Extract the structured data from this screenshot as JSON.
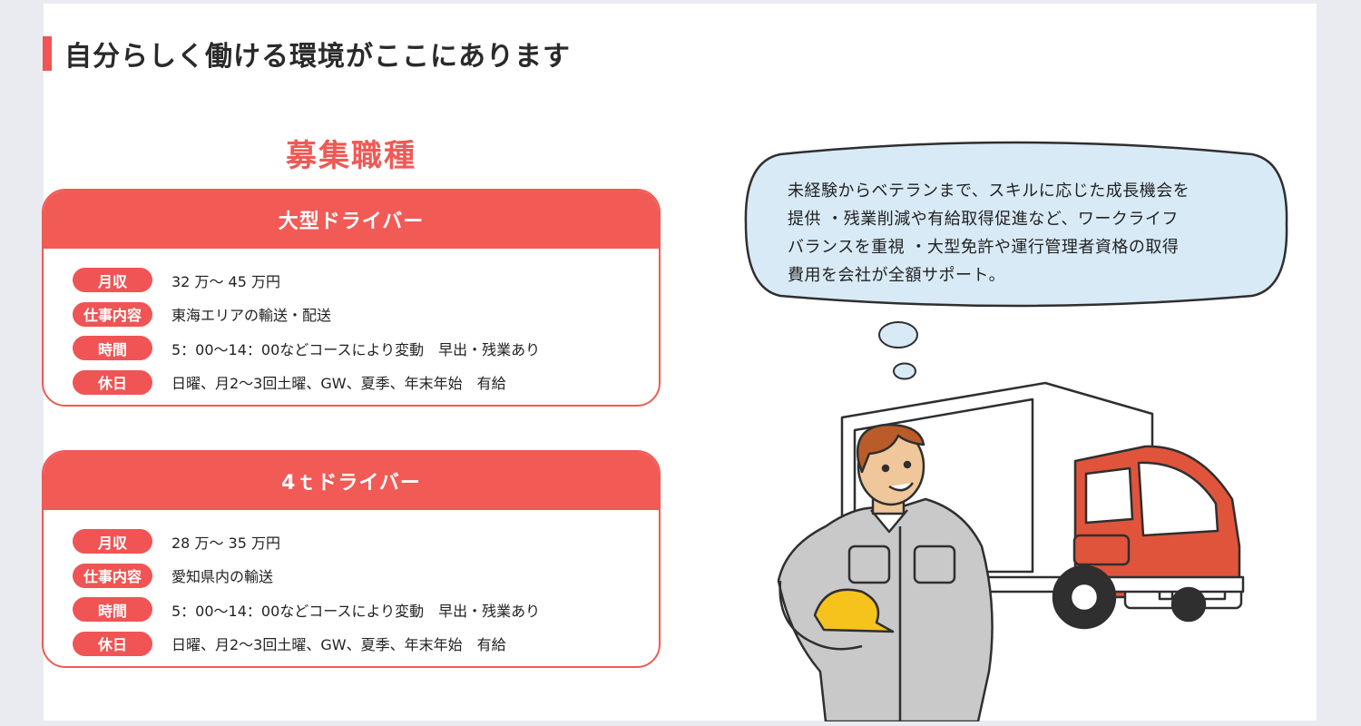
{
  "heading": "自分らしく働ける環境がここにあります",
  "section_title": "募集職種",
  "jobs": [
    {
      "title": "大型ドライバー",
      "rows": [
        {
          "label": "月収",
          "value": "32 万～ 45 万円"
        },
        {
          "label": "仕事内容",
          "value": "東海エリアの輸送・配送"
        },
        {
          "label": "時間",
          "value": "5：00～14：00などコースにより変動　早出・残業あり"
        },
        {
          "label": "休日",
          "value": "日曜、月2～3回土曜、GW、夏季、年末年始　有給"
        }
      ]
    },
    {
      "title": "4ｔドライバー",
      "rows": [
        {
          "label": "月収",
          "value": "28 万～ 35 万円"
        },
        {
          "label": "仕事内容",
          "value": "愛知県内の輸送"
        },
        {
          "label": "時間",
          "value": "5：00～14：00などコースにより変動　早出・残業あり"
        },
        {
          "label": "休日",
          "value": "日曜、月2～3回土曜、GW、夏季、年末年始　有給"
        }
      ]
    }
  ],
  "bubble": {
    "lines": [
      "未経験からベテランまで、スキルに応じた成長機会を",
      "提供 ・残業削減や有給取得促進など、ワークライフ",
      "バランスを重視 ・大型免許や運行管理者資格の取得",
      "費用を会社が全額サポート。"
    ]
  },
  "colors": {
    "accent": "#f05454",
    "bubble_fill": "#d8eaf6",
    "truck_cab": "#e0543c",
    "uniform": "#c8c8c8",
    "helmet": "#f6c21c"
  },
  "illustration": "driver-with-truck"
}
